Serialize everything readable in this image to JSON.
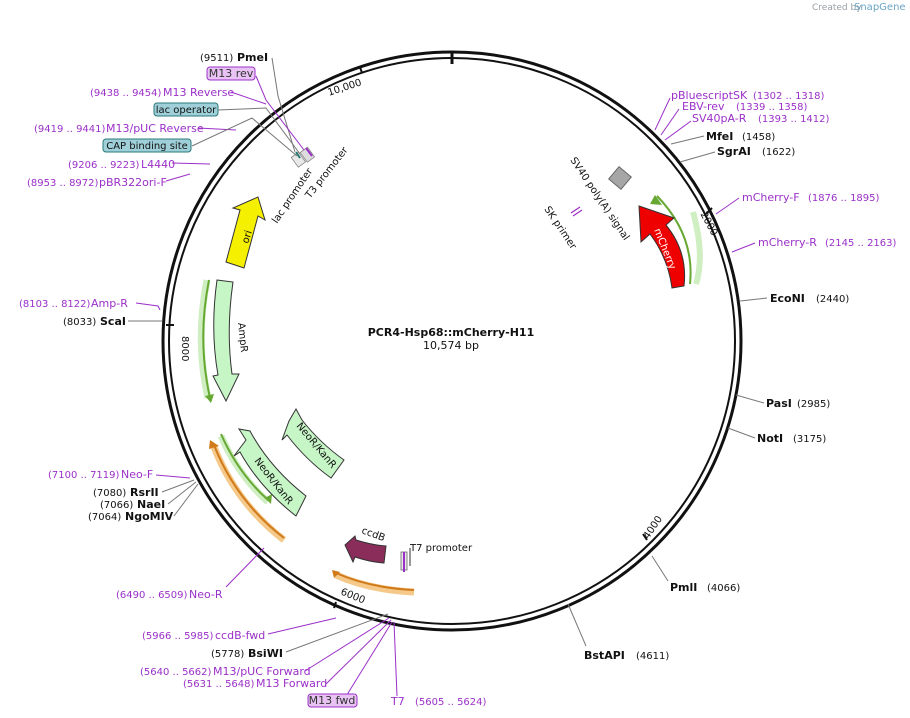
{
  "credit": {
    "created_by": "Created by",
    "brand": "SnapGene"
  },
  "plasmid": {
    "name": "PCR4-Hsp68::mCherry-H11",
    "length_label": "10,574 bp",
    "length": 10574
  },
  "ring_ticks": [
    "2000",
    "4000",
    "6000",
    "8000",
    "10,000"
  ],
  "enzymes": [
    {
      "name": "PmeI",
      "pos": "(9511)"
    },
    {
      "name": "MfeI",
      "pos": "(1458)"
    },
    {
      "name": "SgrAI",
      "pos": "(1622)"
    },
    {
      "name": "EcoNI",
      "pos": "(2440)"
    },
    {
      "name": "PasI",
      "pos": "(2985)"
    },
    {
      "name": "NotI",
      "pos": "(3175)"
    },
    {
      "name": "PmlI",
      "pos": "(4066)"
    },
    {
      "name": "BstAPI",
      "pos": "(4611)"
    },
    {
      "name": "BsiWI",
      "pos": "(5778)"
    },
    {
      "name": "RsrII",
      "pos": "(7080)"
    },
    {
      "name": "NaeI",
      "pos": "(7066)"
    },
    {
      "name": "NgoMIV",
      "pos": "(7064)"
    },
    {
      "name": "ScaI",
      "pos": "(8033)"
    }
  ],
  "primers": [
    {
      "name": "M13 Reverse",
      "pos": "(9438 .. 9454)"
    },
    {
      "name": "M13/pUC Reverse",
      "pos": "(9419 .. 9441)"
    },
    {
      "name": "L4440",
      "pos": "(9206 .. 9223)"
    },
    {
      "name": "pBR322ori-F",
      "pos": "(8953 .. 8972)"
    },
    {
      "name": "pBluescriptSK",
      "pos": "(1302 .. 1318)"
    },
    {
      "name": "EBV-rev",
      "pos": "(1339 .. 1358)"
    },
    {
      "name": "SV40pA-R",
      "pos": "(1393 .. 1412)"
    },
    {
      "name": "mCherry-F",
      "pos": "(1876 .. 1895)"
    },
    {
      "name": "mCherry-R",
      "pos": "(2145 .. 2163)"
    },
    {
      "name": "Amp-R",
      "pos": "(8103 .. 8122)"
    },
    {
      "name": "Neo-F",
      "pos": "(7100 .. 7119)"
    },
    {
      "name": "Neo-R",
      "pos": "(6490 .. 6509)"
    },
    {
      "name": "ccdB-fwd",
      "pos": "(5966 .. 5985)"
    },
    {
      "name": "M13/pUC Forward",
      "pos": "(5640 .. 5662)"
    },
    {
      "name": "M13 Forward",
      "pos": "(5631 .. 5648)"
    },
    {
      "name": "T7",
      "pos": "(5605 .. 5624)"
    }
  ],
  "boxed_labels": {
    "m13_rev": "M13 rev",
    "lac_operator": "lac operator",
    "cap_binding_site": "CAP binding site",
    "m13_fwd": "M13 fwd"
  },
  "features": {
    "ori": "ori",
    "lac_promoter": "lac promoter",
    "t3_promoter": "T3 promoter",
    "sv40_polya": "SV40 poly(A) signal",
    "sk_primer": "SK primer",
    "mcherry": "mCherry",
    "ampr": "AmpR",
    "neor_kanr_1": "NeoR/KanR",
    "neor_kanr_2": "NeoR/KanR",
    "ccdb": "ccdB",
    "t7_promoter": "T7 promoter"
  },
  "colors": {
    "backbone": "#111111",
    "enzyme_text": "#111111",
    "primer": "#9b30c8",
    "ori": "#f5ef00",
    "mcherry": "#ee0000",
    "resistance": "#c6f5c6",
    "ccdb": "#8b2d5a",
    "orange_primer": "#f0a530",
    "green_primer": "#66a832",
    "lac_operator_box": "#9fcfd8",
    "m13_box": "#e8c3f4",
    "polya": "#a6a6a6"
  }
}
